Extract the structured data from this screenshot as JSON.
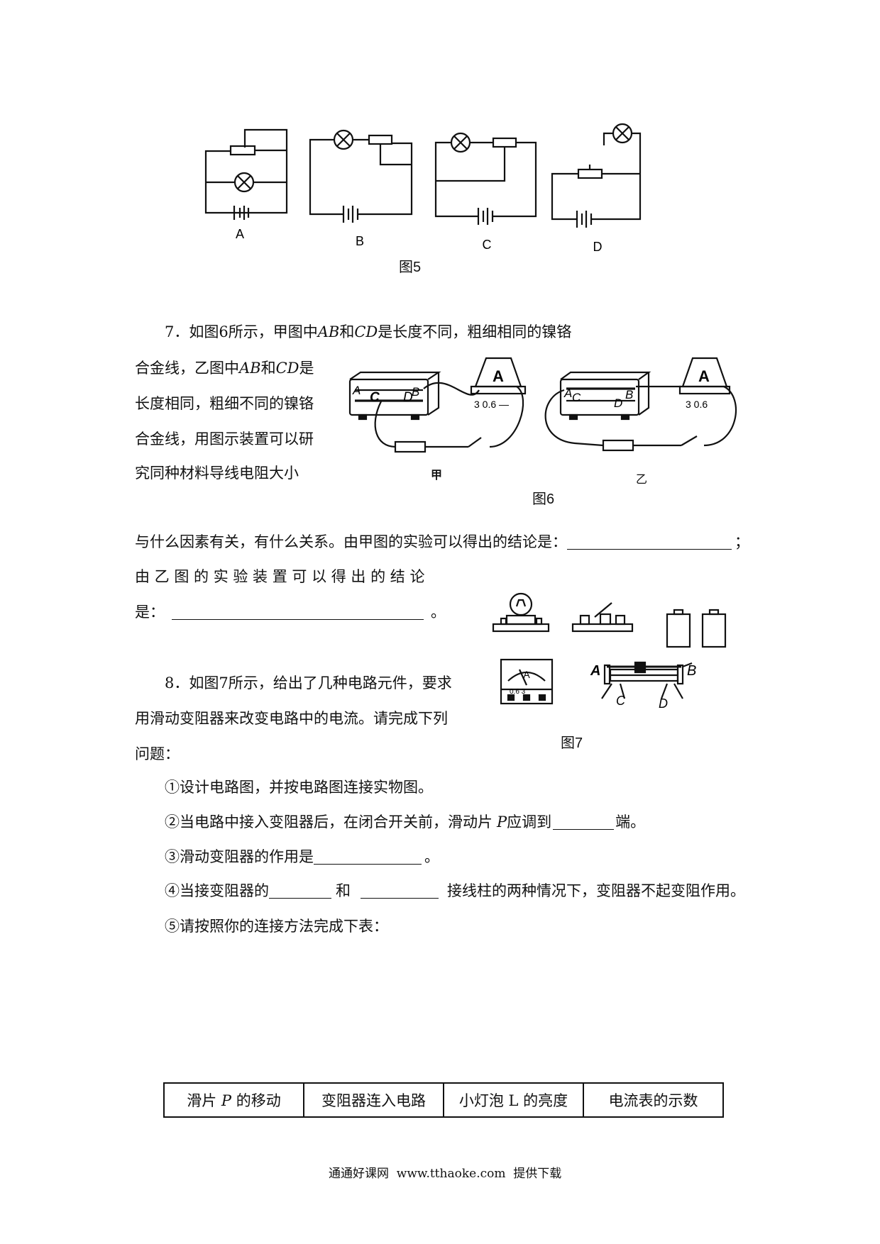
{
  "figure5": {
    "labels": [
      "A",
      "B",
      "C",
      "D"
    ],
    "caption": "图5"
  },
  "q7": {
    "line1": {
      "pre": "7．如图6所示，甲图中",
      "ab": "AB",
      "mid": "和",
      "cd": "CD",
      "post": "是长度不同，粗细相同的镍铬"
    },
    "line2": {
      "pre": "合金线，乙图中",
      "ab": "AB",
      "mid": "和",
      "cd": "CD",
      "post": "是"
    },
    "line3": "长度相同，粗细不同的镍铬",
    "line4": "合金线，用图示装置可以研",
    "line5": "究同种材料导线电阻大小",
    "line6": "与什么因素有关，有什么关系。由甲图的实验可以得出的结论是：",
    "line6_end": "；",
    "line7": "由 乙 图 的 实 验 装 置 可 以 得 出 的 结 论",
    "line8_pre": "是：",
    "line8_end": "。"
  },
  "figure6": {
    "panel_left_label": "甲",
    "panel_right_label": "乙",
    "caption": "图6",
    "terminals": [
      "A",
      "C",
      "D",
      "B"
    ],
    "ammeter_symbol": "A",
    "ammeter_scale": "3 0.6",
    "ammeter_scale_minus": "3 0.6 —"
  },
  "q8": {
    "line1": "8．如图7所示，给出了几种电路元件，要求",
    "line2": "用滑动变阻器来改变电路中的电流。请完成下列",
    "line3": "问题：",
    "item1": "①设计电路图，并按电路图连接实物图。",
    "item2_pre": "②当电路中接入变阻器后，在闭合开关前，滑动片",
    "item2_p": "P",
    "item2_mid": "应调到",
    "item2_end": "端。",
    "item3_pre": "③滑动变阻器的作用是",
    "item3_end": "。",
    "item4_pre": "④当接变阻器的",
    "item4_mid": "和",
    "item4_end": "接线柱的两种情况下，变阻器不起变阻作用。",
    "item5": "⑤请按照你的连接方法完成下表："
  },
  "figure7": {
    "caption": "图7",
    "rheostat_labels": [
      "A",
      "B",
      "C",
      "D"
    ],
    "meter_symbol": "A",
    "meter_scale": "0.6  3"
  },
  "table": {
    "headers": [
      {
        "pre": "滑片 ",
        "p": "P",
        "post": " 的移动"
      },
      {
        "pre": "变阻器连入电路",
        "p": "",
        "post": ""
      },
      {
        "pre": "小灯泡 L 的亮度",
        "p": "",
        "post": ""
      },
      {
        "pre": "电流表的示数",
        "p": "",
        "post": ""
      }
    ]
  },
  "footer": "通通好课网  www.tthaoke.com  提供下载"
}
